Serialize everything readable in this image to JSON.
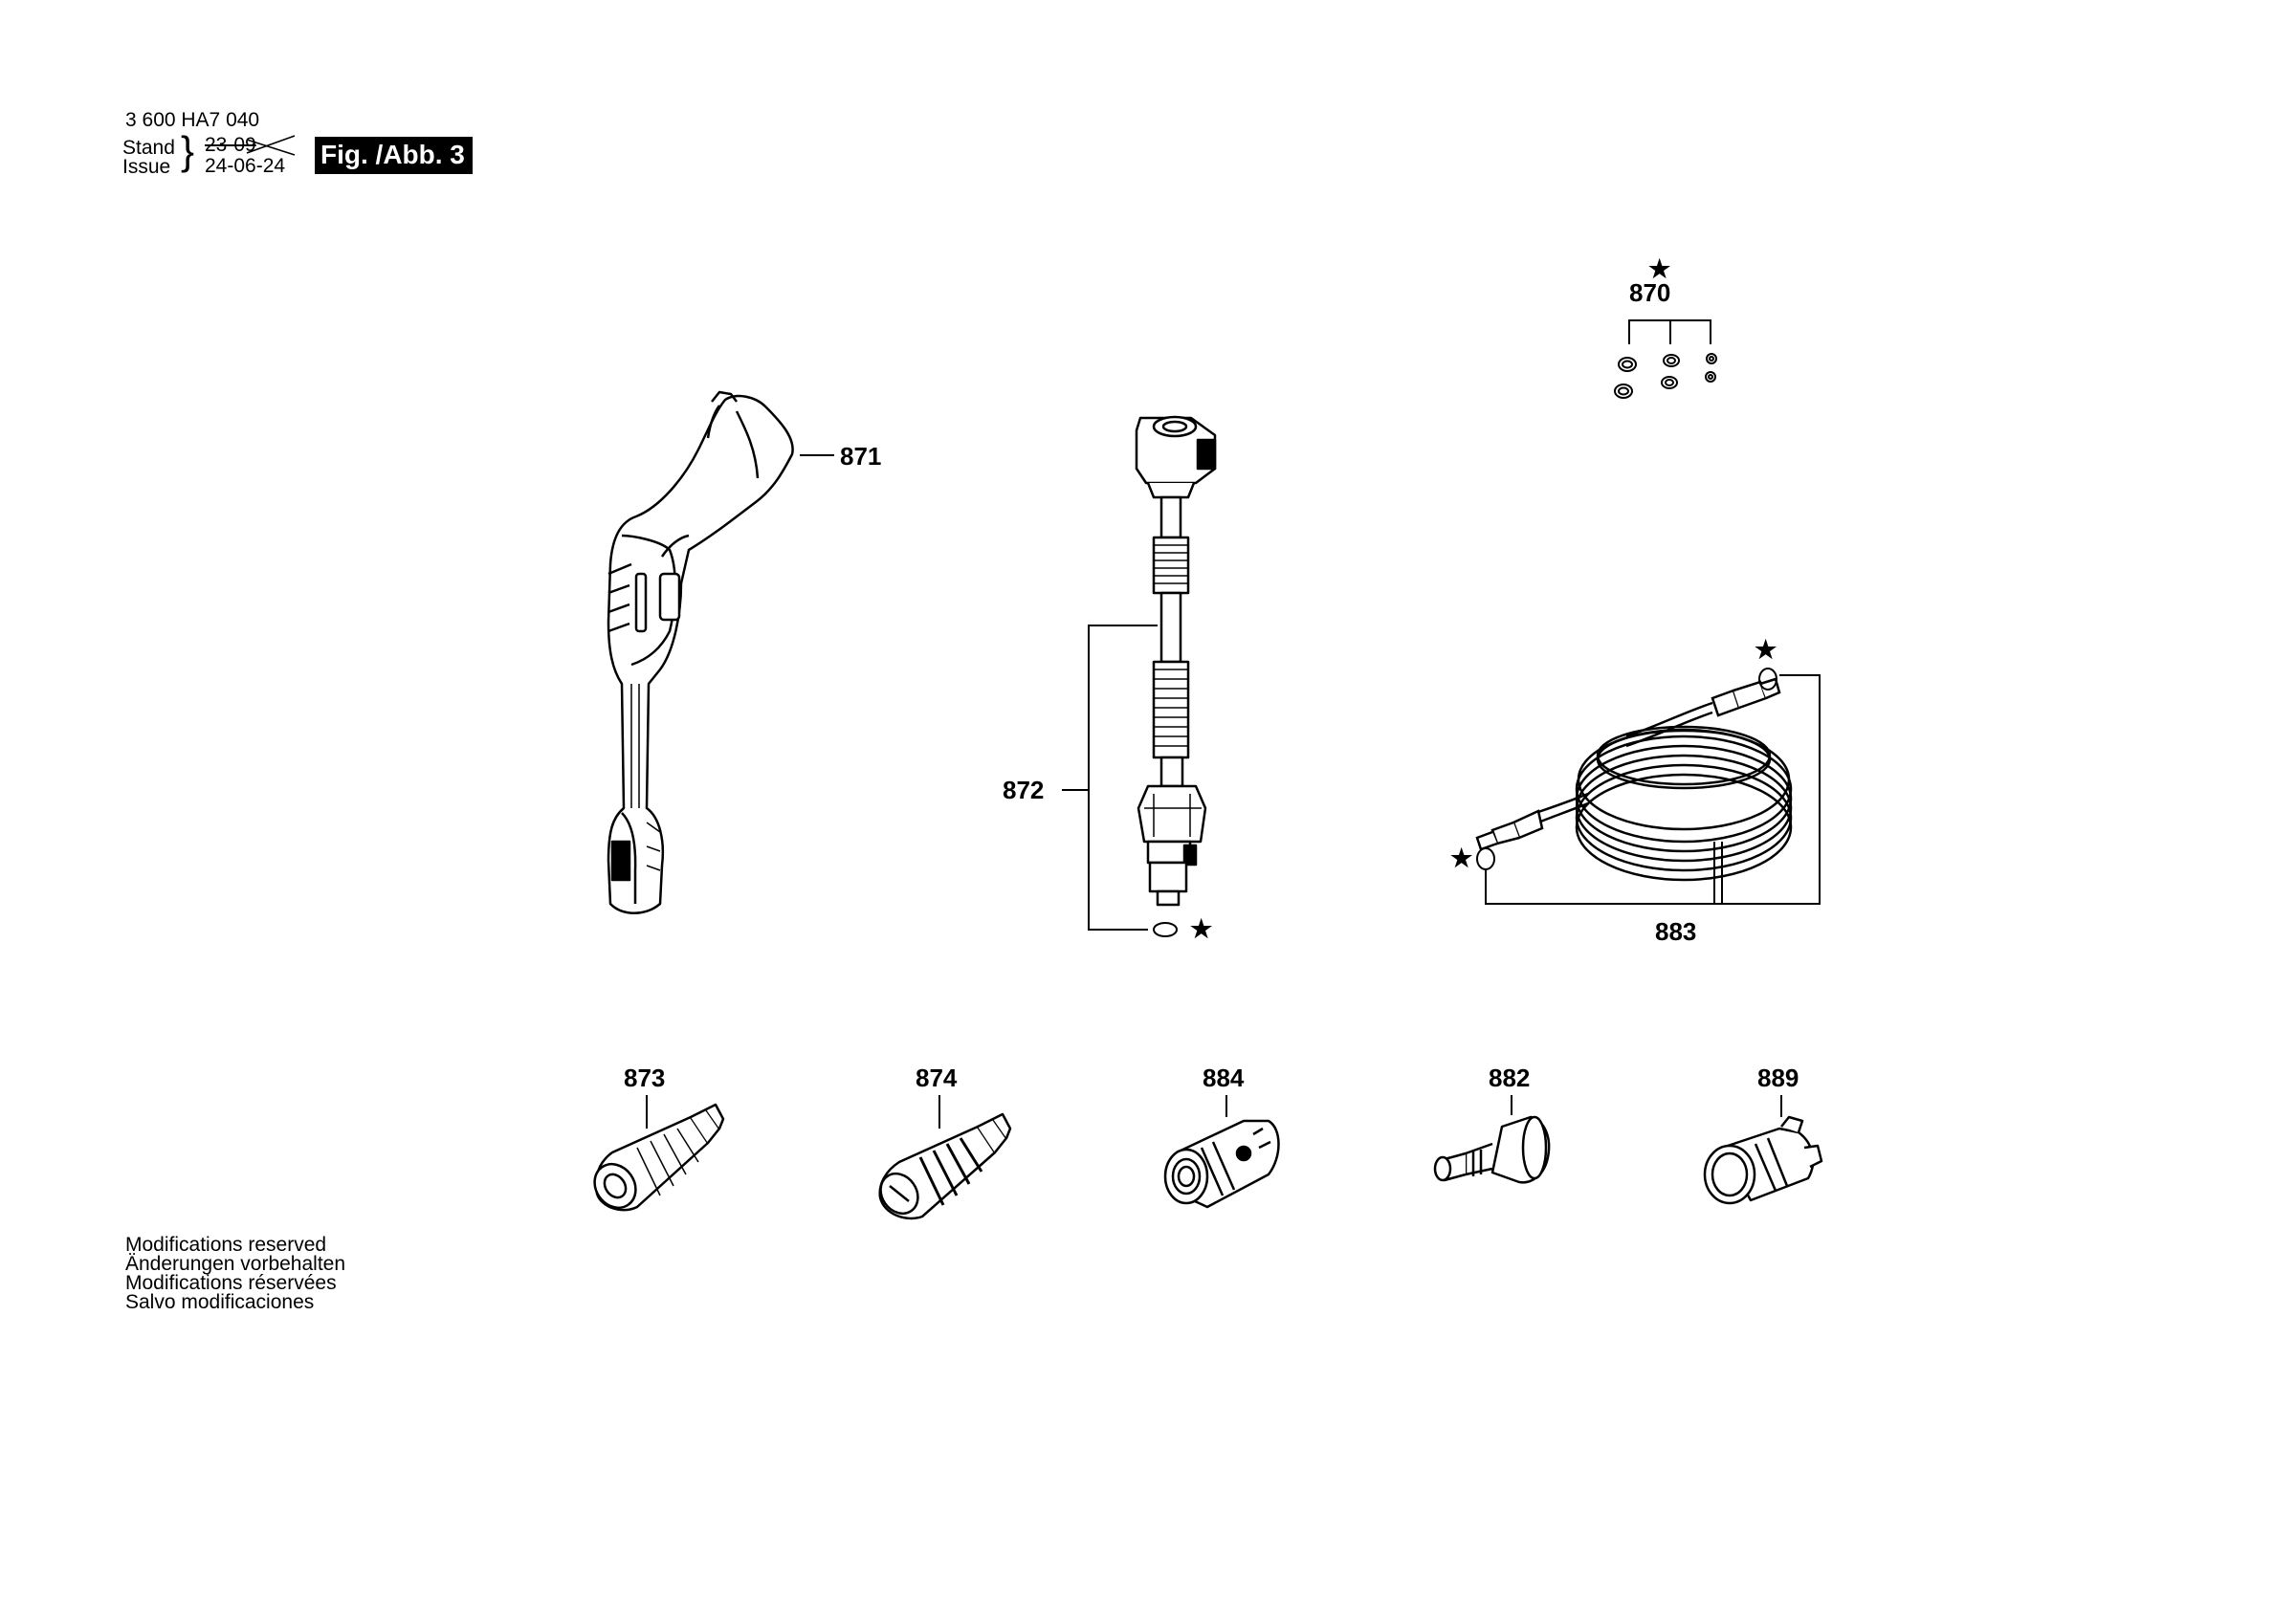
{
  "header": {
    "doc_number": "3 600 HA7 040",
    "stand_label": "Stand",
    "issue_label": "Issue",
    "old_date": "23-09",
    "issue_date": "24-06-24",
    "figure_label": "Fig. /Abb. 3"
  },
  "parts": {
    "p870": "870",
    "p871": "871",
    "p872": "872",
    "p883": "883",
    "p873": "873",
    "p874": "874",
    "p884": "884",
    "p882": "882",
    "p889": "889",
    "star": "★"
  },
  "footer": {
    "lines": [
      "Modifications reserved",
      "Änderungen vorbehalten",
      "Modifications réservées",
      "Salvo modificaciones"
    ]
  }
}
